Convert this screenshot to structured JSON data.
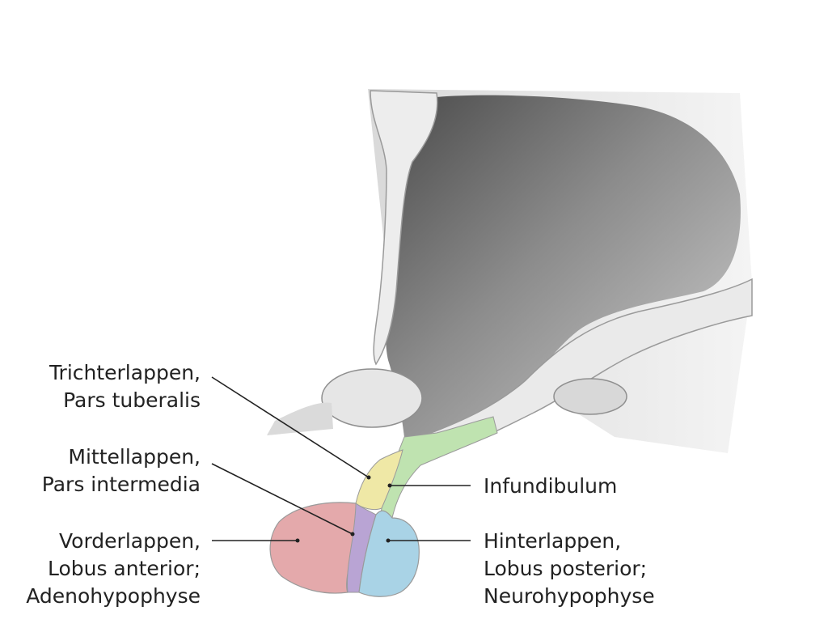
{
  "diagram": {
    "labels": {
      "pars_tuberalis": [
        "Trichterlappen,",
        "Pars tuberalis"
      ],
      "pars_intermedia": [
        "Mittellappen,",
        "Pars intermedia"
      ],
      "lobus_anterior": [
        "Vorderlappen,",
        "Lobus anterior;",
        "Adenohypophyse"
      ],
      "infundibulum": [
        "Infundibulum"
      ],
      "lobus_posterior": [
        "Hinterlappen,",
        "Lobus posterior;",
        "Neurohypophyse"
      ]
    },
    "colors": {
      "pars_tuberalis": "#efe8a6",
      "pars_intermedia": "#b9a4d4",
      "lobus_anterior": "#e4a9ab",
      "neurohypophysis": "#a9d3e6",
      "infundibulum": "#bfe3b0",
      "brain_tissue": "#ececec",
      "ventricle": "#7a7a7a"
    }
  }
}
